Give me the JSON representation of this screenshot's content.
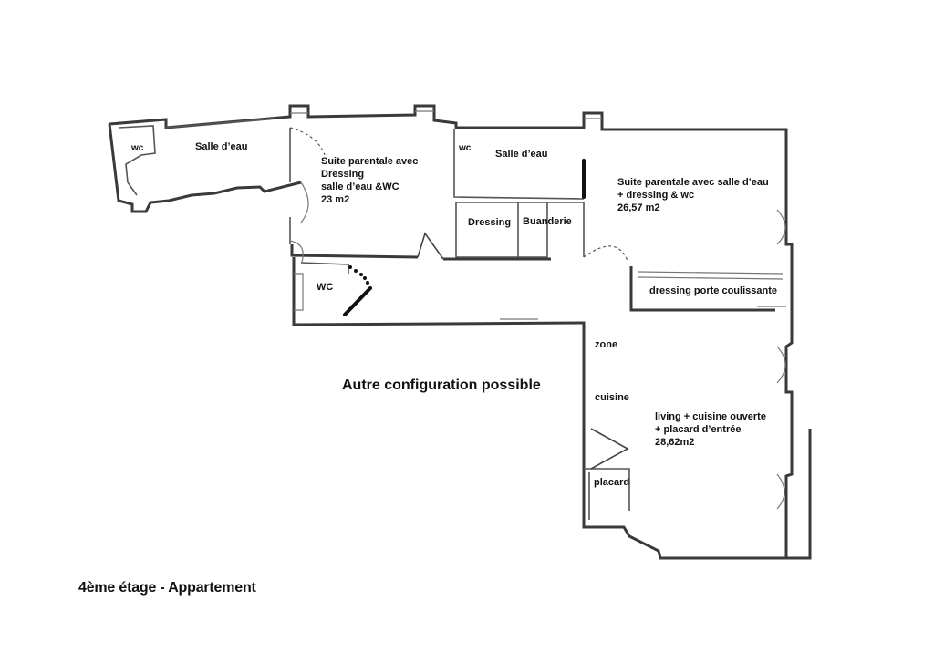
{
  "rooms": {
    "wc_left": "wc",
    "salle_eau_left": "Salle d’eau",
    "suite_left": [
      "Suite parentale avec",
      "Dressing",
      "salle d’eau &WC",
      "23 m2"
    ],
    "wc_top": "wc",
    "salle_eau_right": "Salle d’eau",
    "suite_right": [
      "Suite parentale avec salle d’eau",
      "+ dressing & wc",
      "26,57 m2"
    ],
    "dressing": "Dressing",
    "buanderie": "Buanderie",
    "wc_center": "WC",
    "dressing_coulissante": "dressing porte coulissante",
    "zone": "zone",
    "cuisine": "cuisine",
    "living": [
      "living + cuisine ouverte",
      "+ placard d’entrée",
      "28,62m2"
    ],
    "placard": "placard"
  },
  "headline": "Autre configuration possible",
  "footer": "4ème étage - Appartement"
}
